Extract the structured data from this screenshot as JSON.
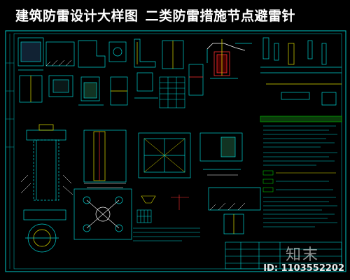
{
  "title": {
    "part1": "建筑防雷设计大样图",
    "part2": "二类防雷措施节点避雷针"
  },
  "watermark": {
    "logo": "知末",
    "id": "ID: 1103552202"
  },
  "colors": {
    "background": "#000000",
    "cad_lines": "#00d0d0",
    "cad_bright": "#40ffff",
    "hatch": "#ffffff",
    "accent_yellow": "#e0e000",
    "accent_green": "#00c000",
    "accent_red": "#ff3030",
    "accent_magenta": "#d040d0"
  }
}
